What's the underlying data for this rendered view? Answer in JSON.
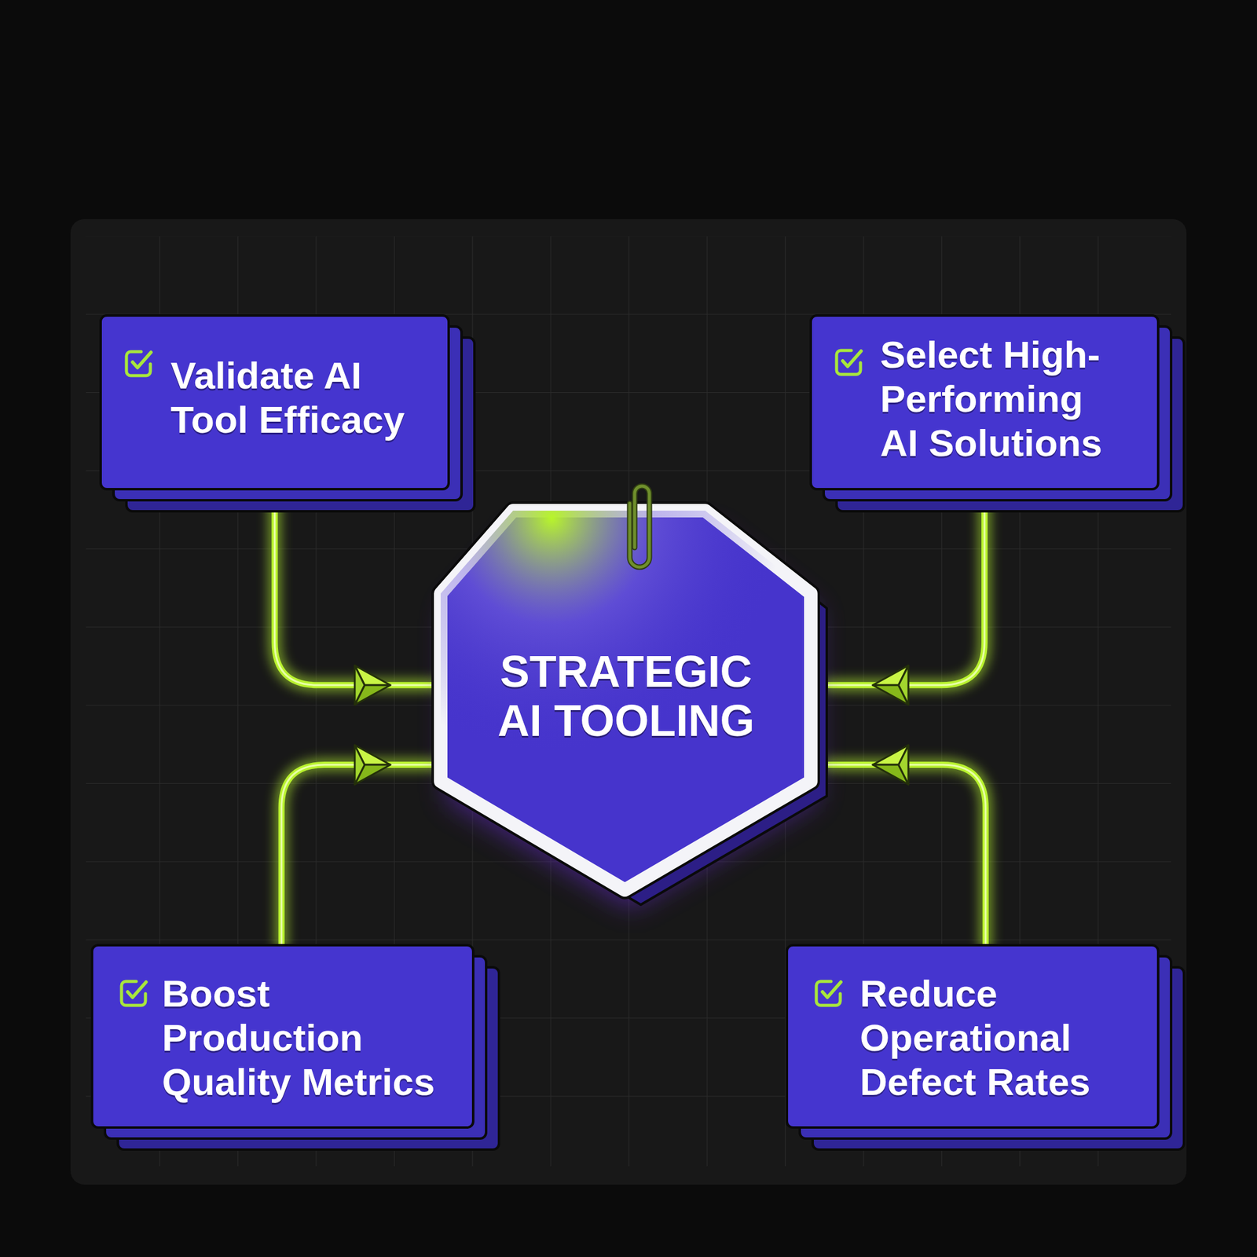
{
  "diagram": {
    "nodes": [
      {
        "text": [
          "Validate AI Tool Efficacy"
        ]
      },
      {
        "text": [
          "Select High-Performing AI Solutions"
        ]
      },
      {
        "text": [
          "STRATEGIC AI TOOLING"
        ]
      },
      {
        "text": [
          "Boost Production Quality Metrics"
        ]
      },
      {
        "text": [
          "Reduce Operational Defect Rates"
        ]
      }
    ],
    "edges": [
      {
        "from": 0,
        "to": 2,
        "arrow": "to"
      },
      {
        "from": 1,
        "to": 2,
        "arrow": "to"
      },
      {
        "from": 3,
        "to": 2,
        "arrow": "to"
      },
      {
        "from": 4,
        "to": 2,
        "arrow": "to"
      }
    ]
  }
}
